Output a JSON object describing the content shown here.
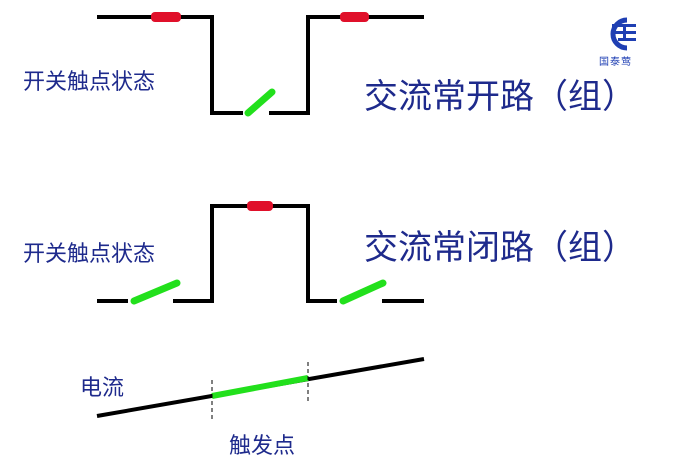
{
  "diagram": {
    "top": {
      "state_label": "开关触点状态",
      "title": "交流常开路（组）"
    },
    "middle": {
      "state_label": "开关触点状态",
      "title": "交流常闭路（组）"
    },
    "bottom": {
      "current_label": "电流",
      "trigger_label": "触发点"
    },
    "logo": {
      "text": "国泰莺"
    },
    "colors": {
      "wire": "#000000",
      "contact_closed": "#e0102a",
      "contact_open": "#22e01c",
      "label": "#1e2a8c",
      "logo": "#1f3fb3"
    }
  }
}
